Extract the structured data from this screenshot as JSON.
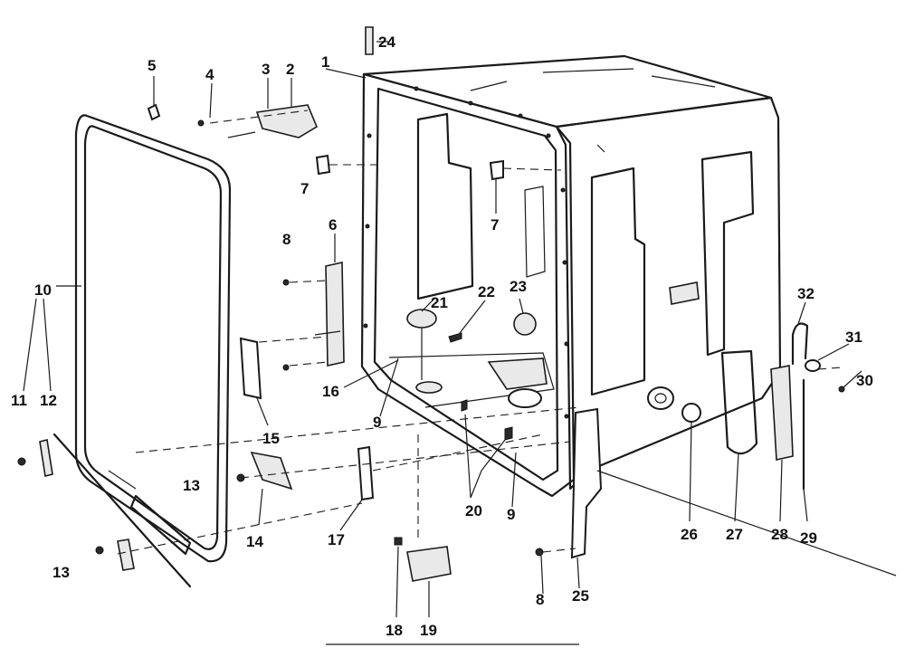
{
  "callouts": [
    {
      "id": "c1",
      "text": "1"
    },
    {
      "id": "c2",
      "text": "2"
    },
    {
      "id": "c3",
      "text": "3"
    },
    {
      "id": "c4",
      "text": "4"
    },
    {
      "id": "c5",
      "text": "5"
    },
    {
      "id": "c6",
      "text": "6"
    },
    {
      "id": "c7a",
      "text": "7"
    },
    {
      "id": "c7b",
      "text": "7"
    },
    {
      "id": "c8a",
      "text": "8"
    },
    {
      "id": "c8b",
      "text": "8"
    },
    {
      "id": "c9a",
      "text": "9"
    },
    {
      "id": "c9b",
      "text": "9"
    },
    {
      "id": "c10",
      "text": "10"
    },
    {
      "id": "c11",
      "text": "11"
    },
    {
      "id": "c12",
      "text": "12"
    },
    {
      "id": "c13a",
      "text": "13"
    },
    {
      "id": "c13b",
      "text": "13"
    },
    {
      "id": "c14",
      "text": "14"
    },
    {
      "id": "c15",
      "text": "15"
    },
    {
      "id": "c16",
      "text": "16"
    },
    {
      "id": "c17",
      "text": "17"
    },
    {
      "id": "c18",
      "text": "18"
    },
    {
      "id": "c19",
      "text": "19"
    },
    {
      "id": "c20",
      "text": "20"
    },
    {
      "id": "c21",
      "text": "21"
    },
    {
      "id": "c22",
      "text": "22"
    },
    {
      "id": "c23",
      "text": "23"
    },
    {
      "id": "c24",
      "text": "24"
    },
    {
      "id": "c25",
      "text": "25"
    },
    {
      "id": "c26",
      "text": "26"
    },
    {
      "id": "c27",
      "text": "27"
    },
    {
      "id": "c28",
      "text": "28"
    },
    {
      "id": "c29",
      "text": "29"
    },
    {
      "id": "c30",
      "text": "30"
    },
    {
      "id": "c31",
      "text": "31"
    },
    {
      "id": "c32",
      "text": "32"
    }
  ]
}
